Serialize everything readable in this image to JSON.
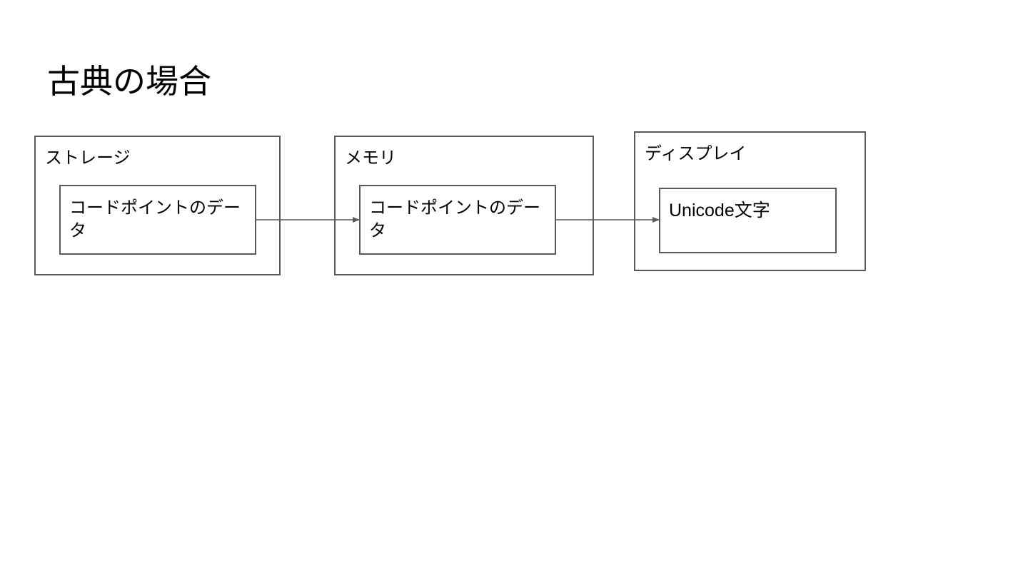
{
  "title": "古典の場合",
  "storage": {
    "label": "ストレージ",
    "content": "コードポイントのデータ"
  },
  "memory": {
    "label": "メモリ",
    "content": "コードポイントのデータ"
  },
  "display": {
    "label": "ディスプレイ",
    "content": "Unicode文字"
  },
  "colors": {
    "stroke": "#595959",
    "background": "#ffffff",
    "text": "#000000"
  }
}
